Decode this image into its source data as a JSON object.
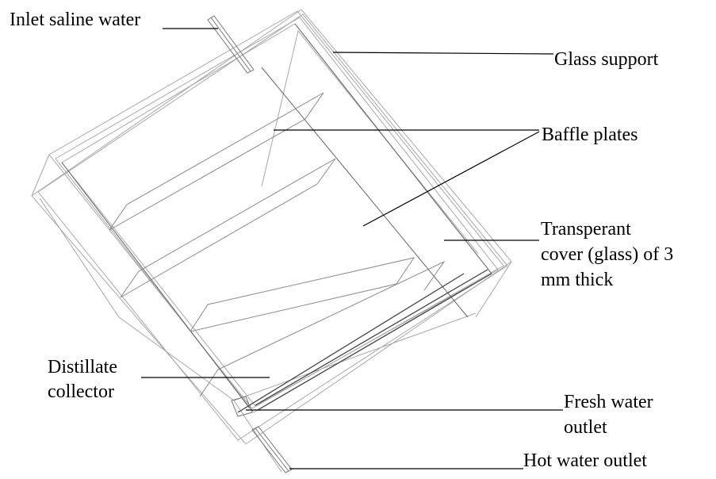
{
  "labels": {
    "inlet": "Inlet saline water",
    "glass_support": "Glass support",
    "baffle": "Baffle plates",
    "cover_1": "Transperant",
    "cover_2": "cover (glass) of 3",
    "cover_3": "mm thick",
    "distillate_1": "Distillate",
    "distillate_2": "collector",
    "fresh_1": "Fresh water",
    "fresh_2": "outlet",
    "hot": "Hot water outlet"
  },
  "colors": {
    "line": "#000000",
    "wire": "#9a9a9a",
    "wire_dark": "#555555"
  }
}
